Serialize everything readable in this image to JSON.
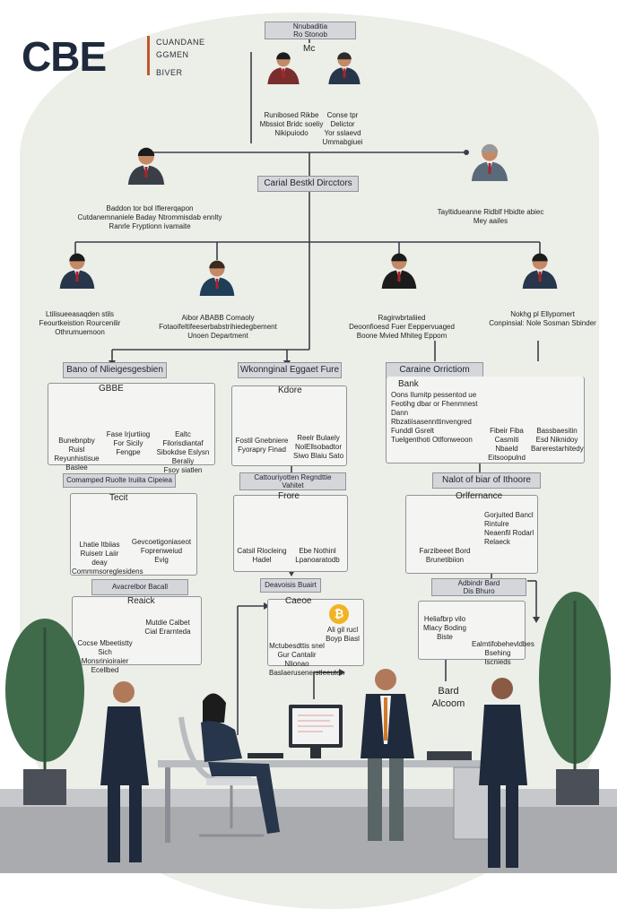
{
  "logo": {
    "text": "CBE",
    "sub1": "CUANDANE",
    "sub2": "GGMEN",
    "sub3": "BIVER"
  },
  "top": {
    "title_line1": "Nnubaditia",
    "title_line2": "Ro Stonob",
    "mc": "Mc",
    "left_text": "Runibosed Rikbe\nMbssiot Bridc soeliy\nNikipuiodo",
    "right_text": "Conse tpr Delictor\nYor sslaevd\nUmmabgiuei"
  },
  "level2": {
    "center": "Carial Bestkl Dircctors",
    "left_text": "Baddon tor bol Iflererqapon\nCutdanemnaniele Baday Ntrommisdab ennlty\nRanrle Fryptionn ivamaite",
    "right_text": "Tayltidueanne Ridblf Hbidte abiec\nMey aailes"
  },
  "level3": {
    "p1": "Ltilisueeasaqden stils\nFeourtkeistion Rourcenilir\nOthrumuemoon",
    "p2": "Aibor ABABB Comaoly\nFotaoifeltifeeserbabstrihiedegbement\nUnoen Department",
    "p3": "Ragirwbrtaliied\nDeoonfioesd Fuer Eeppervuaged\nBoone Mvied Mhiteg Eppom",
    "p4": "Nokhg pl Ellypomert\nConpinsial: Nole Sosman Sbinder"
  },
  "sections": {
    "a": {
      "header": "Bano of Nlieigesgesbien",
      "title": "GBBE",
      "m1": "Bunebnpby\nRuisl Reyunhistisue\nBaslee",
      "m2": "Fase Irjurtiiog\nFor Sicily\nFengpe",
      "m3": "Ealtc Filorisdiantaf\nSibokdse Eslysn Beraliy\nFsoy siatlen"
    },
    "b": {
      "header": "Wkonnginal Eggaet Fure",
      "title": "Kdore",
      "m1": "Fostil Gnebniere\nFyorapry Finad",
      "m2": "Reelr Bulaely\nNolEllsobadtor\nSiwo Blaiu Sato"
    },
    "c": {
      "header": "Caraine Orrictiom",
      "title": "Bank",
      "text": "Oons Ilumitp pessentod ue\nFeotihg dbar or Fhenmnest\nDann Rbzatiisasennttinvengred\nFunddl Gsrelt\nTuelgenthoti Otlfonweoon",
      "m1": "Fibeir Fiba\nCasmiti Nbaeld\nEitsoopulnd",
      "m2": "Bassbaesitin\nEsd Niknidoy\nBarerestarhitedy"
    },
    "d": {
      "header": "Comamped Ruolte Iruiita Cipeiea",
      "title": "Tecit",
      "m1": "Lhatie Itbiias\nRuisetr Laiir deay\nCommmsoreglesidens",
      "m2": "Gevcoetigoniaseot\nFoprenweiud\nEvig"
    },
    "e": {
      "header": "Cattouriyotten Regndttie\nVahitet",
      "title": "Frore",
      "m1": "Catsil Rlocleing\nHadel",
      "m2": "Ebe Nothinl\nLpanoaratodb"
    },
    "f": {
      "header": "Nalot of biar of Ithoore",
      "title": "Orlfernance",
      "m1": "Farzibeeet Bord\nBrunetibiion",
      "m2": "Gorjuited Bancl\nRintulre\nNeaenfil Rodarl\nRelaeck"
    },
    "g": {
      "header": "Avacrelbor Bacall",
      "title": "Reaick",
      "m1": "Cocse Mbeetistty\nSich Monsrinioiraier\nEcellbed",
      "m2": "Mutdie Calbet\nCial Erarnteda"
    },
    "h": {
      "header": "Deavoisis Buairt",
      "title": "Caeoe",
      "m1": "Mctubesdttis snel\nGur Cantalir Nlionao\nBaslaerusenerstleeuton",
      "m2": "Ali gil rucl\nBoyp Biasl"
    },
    "i": {
      "header": "Adbindr Bard\nDis Bhuro",
      "m1": "Heliafbrp vilo\nMlacy Boding\nBiste",
      "m2": "Ealmtifobehevldbes\nBsehing Iscnieds"
    }
  },
  "bottom_label": "Bard\nAlcoom",
  "colors": {
    "navy": "#1f2a3c",
    "accent": "#c0572a",
    "panel": "#d4d6d9",
    "gold": "#f0b323"
  }
}
